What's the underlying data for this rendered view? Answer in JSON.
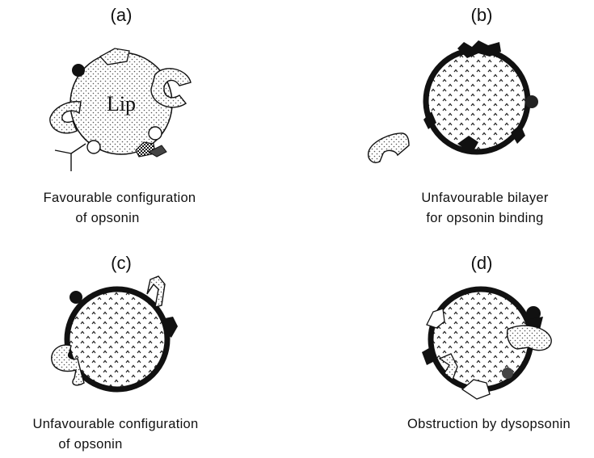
{
  "panels": [
    {
      "label": "(a)",
      "inner_text": "Lip",
      "caption_lines": [
        "Favourable configuration",
        "of opsonin"
      ]
    },
    {
      "label": "(b)",
      "caption_lines": [
        "Unfavourable bilayer",
        "for opsonin binding"
      ]
    },
    {
      "label": "(c)",
      "caption_lines": [
        "Unfavourable configuration",
        "of opsonin"
      ]
    },
    {
      "label": "(d)",
      "caption_lines": [
        "Obstruction by dysopsonin"
      ]
    }
  ]
}
